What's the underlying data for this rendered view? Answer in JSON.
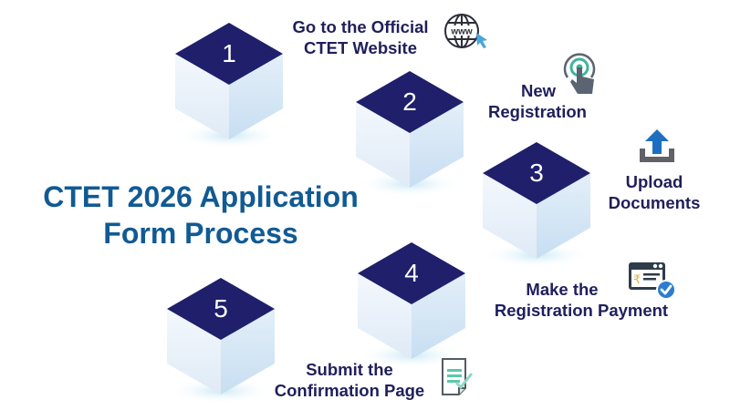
{
  "title": {
    "line1": "CTET 2026 Application",
    "line2": "Form Process"
  },
  "colors": {
    "title": "#115a93",
    "cube_top": "#1f1f6b",
    "label_text": "#1f1f5c",
    "cube_side_light": "#f1f6fc",
    "cube_side_dark": "#d6e7f6"
  },
  "steps": [
    {
      "number": "1",
      "label_line1": "Go to the Official",
      "label_line2": "CTET Website",
      "icon": "globe-www-icon"
    },
    {
      "number": "2",
      "label_line1": "New",
      "label_line2": "Registration",
      "icon": "touch-tap-icon"
    },
    {
      "number": "3",
      "label_line1": "Upload",
      "label_line2": "Documents",
      "icon": "upload-icon"
    },
    {
      "number": "4",
      "label_line1": "Make the",
      "label_line2": "Registration Payment",
      "icon": "payment-check-icon"
    },
    {
      "number": "5",
      "label_line1": "Submit the",
      "label_line2": "Confirmation Page",
      "icon": "document-check-icon"
    }
  ],
  "icon_text": {
    "www": "www",
    "rupee": "₹"
  }
}
